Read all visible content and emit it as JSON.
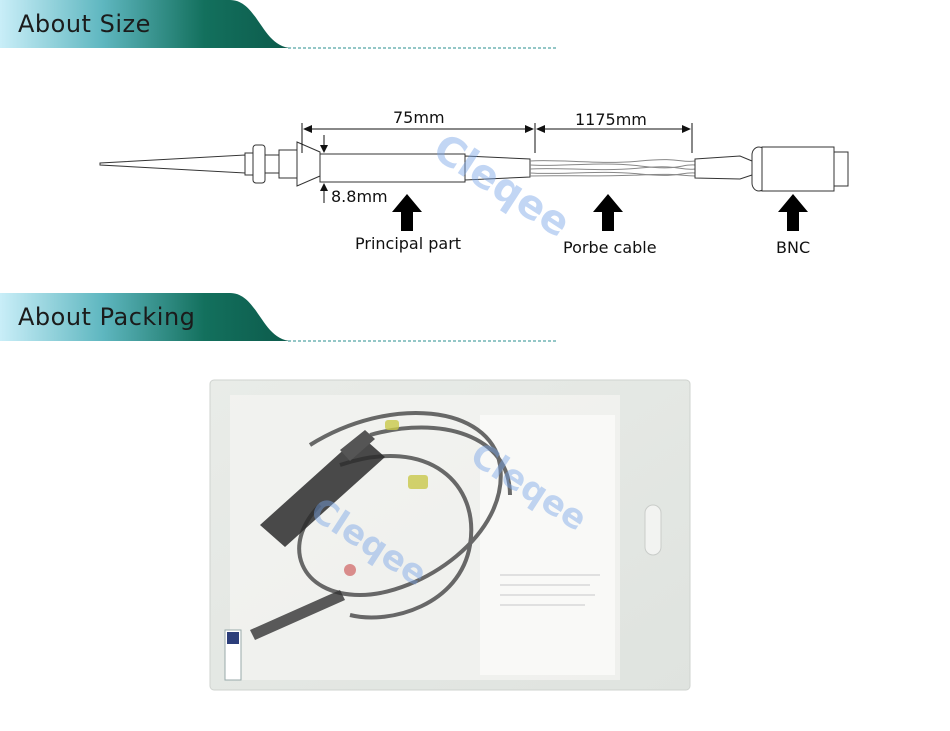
{
  "sections": {
    "size": {
      "title": "About Size"
    },
    "packing": {
      "title": "About Packing"
    }
  },
  "diagram": {
    "dim_main": "75mm",
    "dim_cable": "1175mm",
    "dim_diameter": "8.8mm",
    "label_principal": "Principal part",
    "label_cable": "Porbe cable",
    "label_bnc": "BNC"
  },
  "watermark": {
    "brand": "Cleqee"
  },
  "colors": {
    "banner_dark": "#0f6b57",
    "banner_light": "#bfe7f3",
    "dashed_line": "#2a8f8f"
  }
}
